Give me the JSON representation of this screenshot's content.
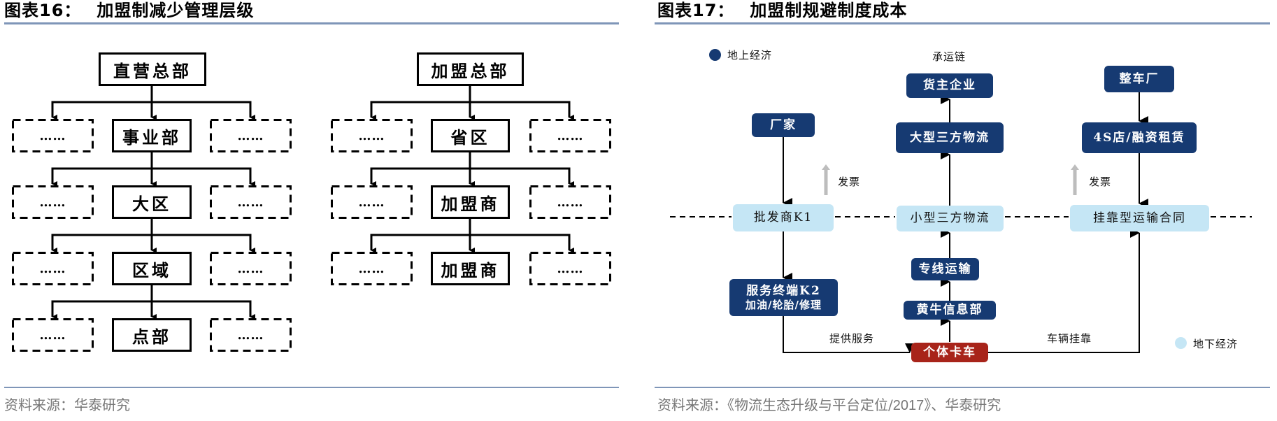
{
  "left_panel": {
    "title_number": "图表16：",
    "title_text": "加盟制减少管理层级",
    "source": "资料来源：华泰研究",
    "direct_tree": {
      "root": "直营总部",
      "levels": [
        "事业部",
        "大区",
        "区域",
        "点部"
      ],
      "sibling_placeholder": "……"
    },
    "franchise_tree": {
      "root": "加盟总部",
      "levels": [
        "省区",
        "加盟商",
        "加盟商"
      ],
      "sibling_placeholder": "……"
    }
  },
  "right_panel": {
    "title_number": "图表17：",
    "title_text": "加盟制规避制度成本",
    "source_prefix": "资料来源：《物流生态升级与平台定位/",
    "source_year": "2017",
    "source_suffix": "》、华泰研究",
    "legend": {
      "above_ground": "地上经济",
      "underground": "地下经济"
    },
    "column_header": "承运链",
    "nodes": {
      "manufacturer": "厂家",
      "wholesaler_k1": "批发商K1",
      "service_terminal_k2": "服务终端K2",
      "service_terminal_k2_sub": "加油/轮胎/修理",
      "shipper": "货主企业",
      "large_3pl": "大型三方物流",
      "small_3pl": "小型三方物流",
      "dedicated_line": "专线运输",
      "broker_info": "黄牛信息部",
      "individual_truck": "个体卡车",
      "vehicle_maker": "整车厂",
      "dealer_leasing": "4S店/融资租赁",
      "affiliation_contract": "挂靠型运输合同"
    },
    "edge_labels": {
      "invoice_1": "发票",
      "invoice_2": "发票",
      "provide_service": "提供服务",
      "vehicle_affiliation": "车辆挂靠"
    },
    "colors": {
      "above_ground": "#163A72",
      "underground": "#C5E6F5",
      "individual_truck": "#A8241A",
      "invoice_arrow": "#BDBDBD",
      "rule": "#7F96B8"
    }
  }
}
